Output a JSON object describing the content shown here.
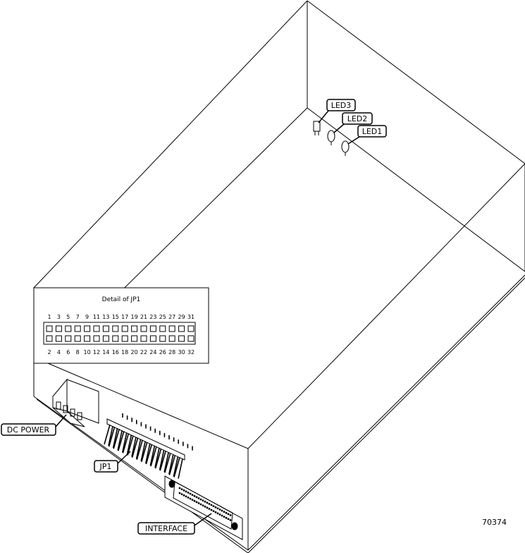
{
  "figure_id": "70374",
  "detail": {
    "title": "Detail of JP1",
    "top_pins": [
      "1",
      "3",
      "5",
      "7",
      "9",
      "11",
      "13",
      "15",
      "17",
      "19",
      "21",
      "23",
      "25",
      "27",
      "29",
      "31"
    ],
    "bottom_pins": [
      "2",
      "4",
      "6",
      "8",
      "10",
      "12",
      "14",
      "16",
      "18",
      "20",
      "22",
      "24",
      "26",
      "28",
      "30",
      "32"
    ]
  },
  "callouts": {
    "led3": "LED3",
    "led2": "LED2",
    "led1": "LED1",
    "dc_power": "DC POWER",
    "jp1": "JP1",
    "interface": "INTERFACE"
  }
}
